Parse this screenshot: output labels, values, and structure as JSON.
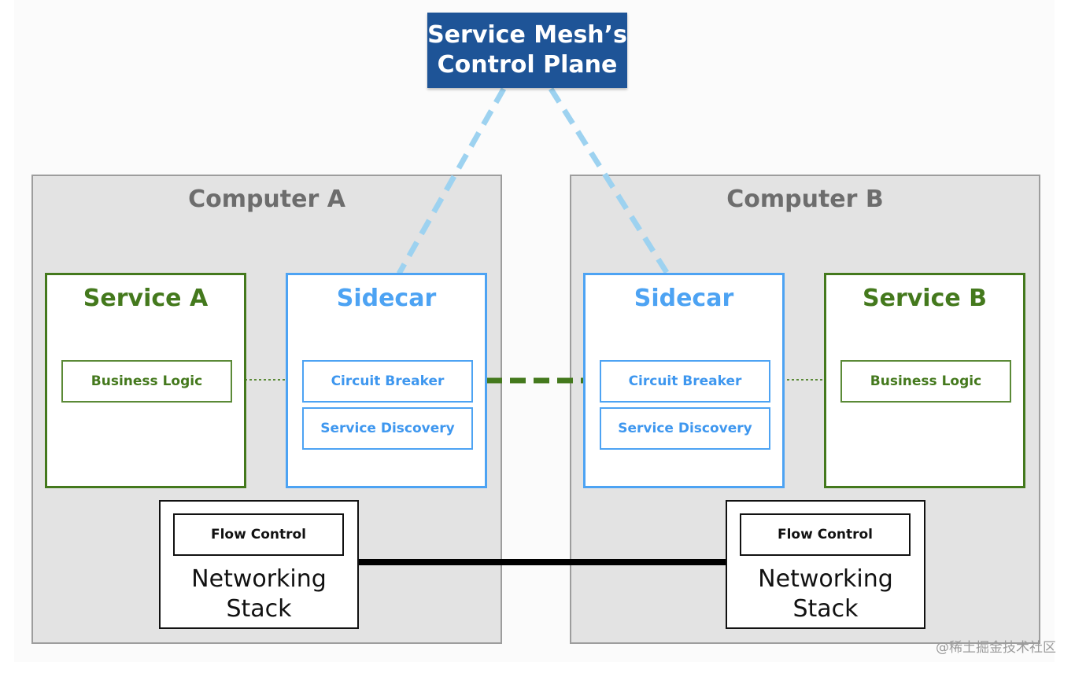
{
  "control_plane": {
    "label": "Service Mesh’s\nControl Plane"
  },
  "computers": [
    {
      "title": "Computer A",
      "service": {
        "title": "Service A",
        "component": "Business Logic"
      },
      "sidecar": {
        "title": "Sidecar",
        "components": [
          "Circuit Breaker",
          "Service Discovery"
        ]
      },
      "networking": {
        "component": "Flow Control",
        "label": "Networking\nStack"
      }
    },
    {
      "title": "Computer B",
      "service": {
        "title": "Service B",
        "component": "Business Logic"
      },
      "sidecar": {
        "title": "Sidecar",
        "components": [
          "Circuit Breaker",
          "Service Discovery"
        ]
      },
      "networking": {
        "component": "Flow Control",
        "label": "Networking\nStack"
      }
    }
  ],
  "watermark": "@稀土掘金技术社区",
  "colors": {
    "control_plane_fill": "#1e5497",
    "service_green": "#44791d",
    "sidecar_blue": "#4da3f3",
    "control_link": "#9dd2f0",
    "computer_fill": "#e3e3e3"
  }
}
